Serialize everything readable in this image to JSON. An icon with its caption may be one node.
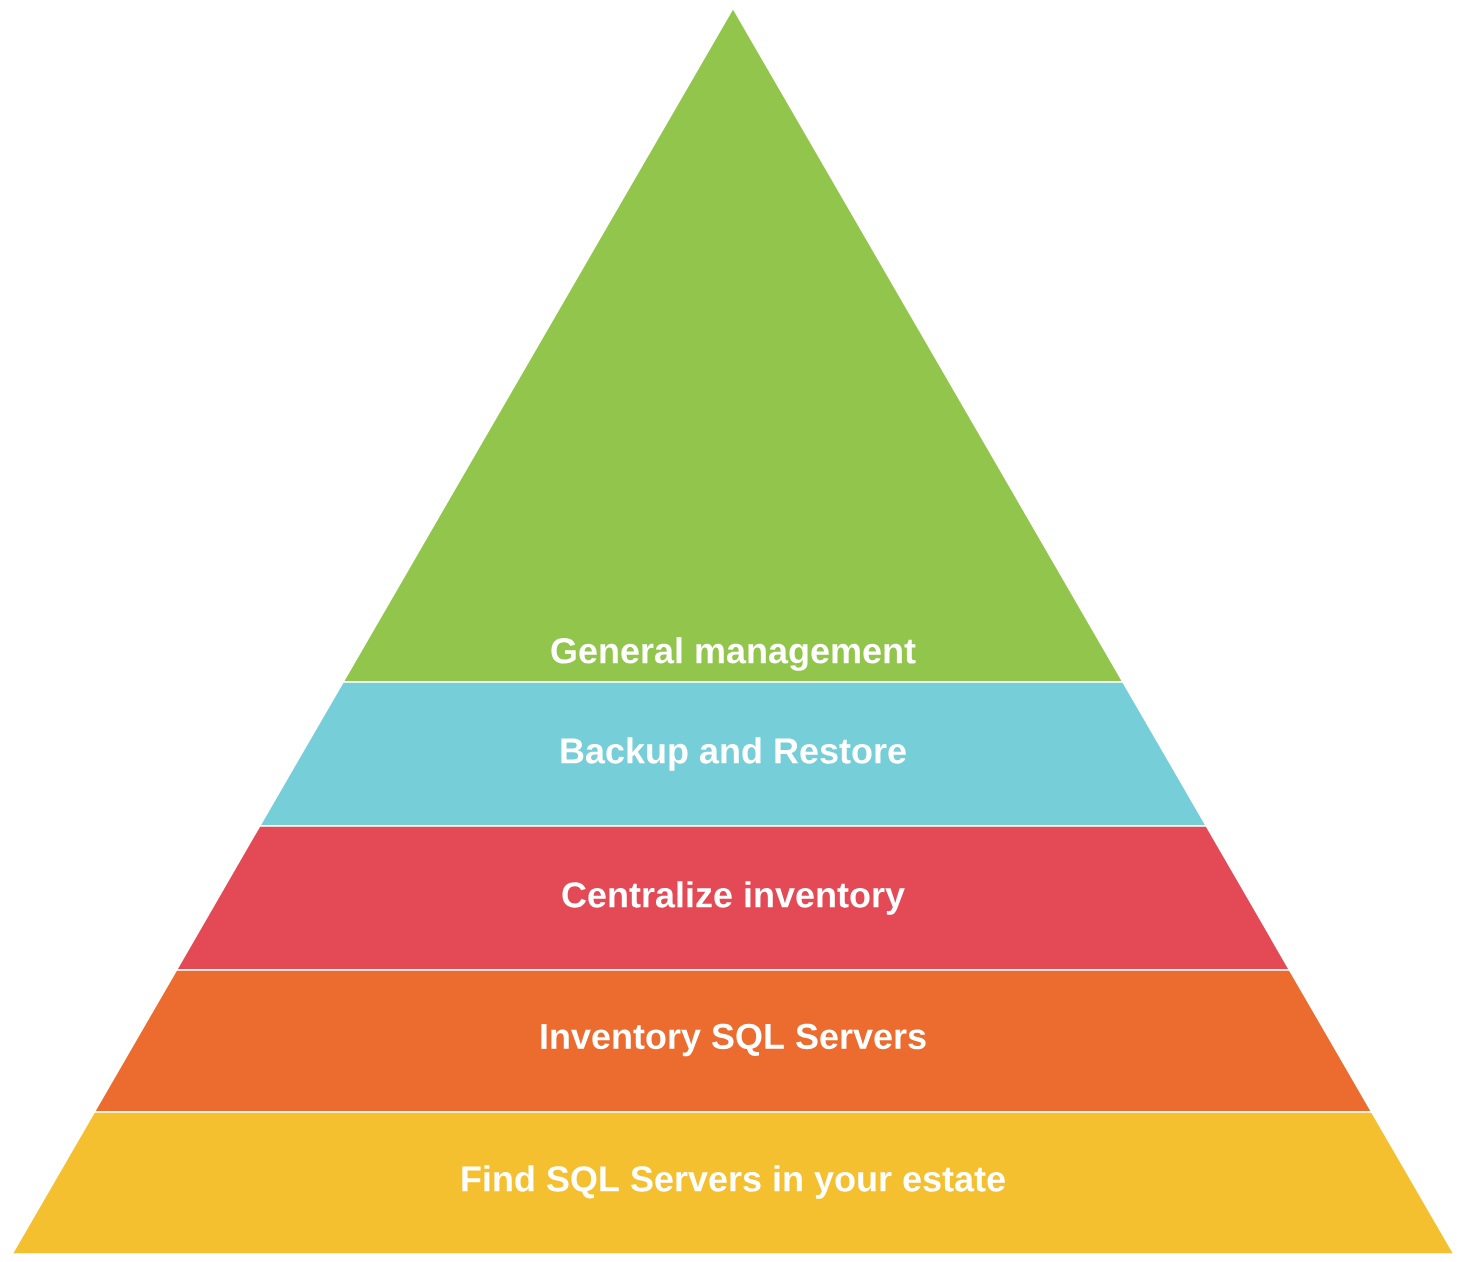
{
  "diagram": {
    "nodes": [
      {
        "text": [
          "General management"
        ]
      },
      {
        "text": [
          "Backup and Restore"
        ]
      },
      {
        "text": [
          "Centralize inventory"
        ]
      },
      {
        "text": [
          "Inventory SQL Servers"
        ]
      },
      {
        "text": [
          "Find SQL Servers in your estate"
        ]
      }
    ]
  }
}
